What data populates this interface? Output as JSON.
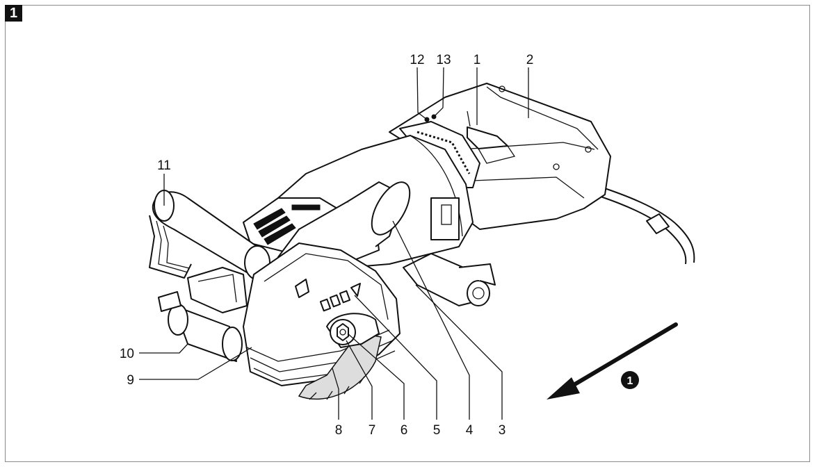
{
  "figure": {
    "number": "1",
    "direction_marker": "1"
  },
  "callouts": [
    {
      "id": "c12",
      "text": "12"
    },
    {
      "id": "c13",
      "text": "13"
    },
    {
      "id": "c1",
      "text": "1"
    },
    {
      "id": "c2",
      "text": "2"
    },
    {
      "id": "c11",
      "text": "11"
    },
    {
      "id": "c10",
      "text": "10"
    },
    {
      "id": "c9",
      "text": "9"
    },
    {
      "id": "c8",
      "text": "8"
    },
    {
      "id": "c7",
      "text": "7"
    },
    {
      "id": "c6",
      "text": "6"
    },
    {
      "id": "c5",
      "text": "5"
    },
    {
      "id": "c4",
      "text": "4"
    },
    {
      "id": "c3",
      "text": "3"
    }
  ],
  "colors": {
    "line": "#111111",
    "frame": "#8a8a8a",
    "background": "#ffffff"
  }
}
